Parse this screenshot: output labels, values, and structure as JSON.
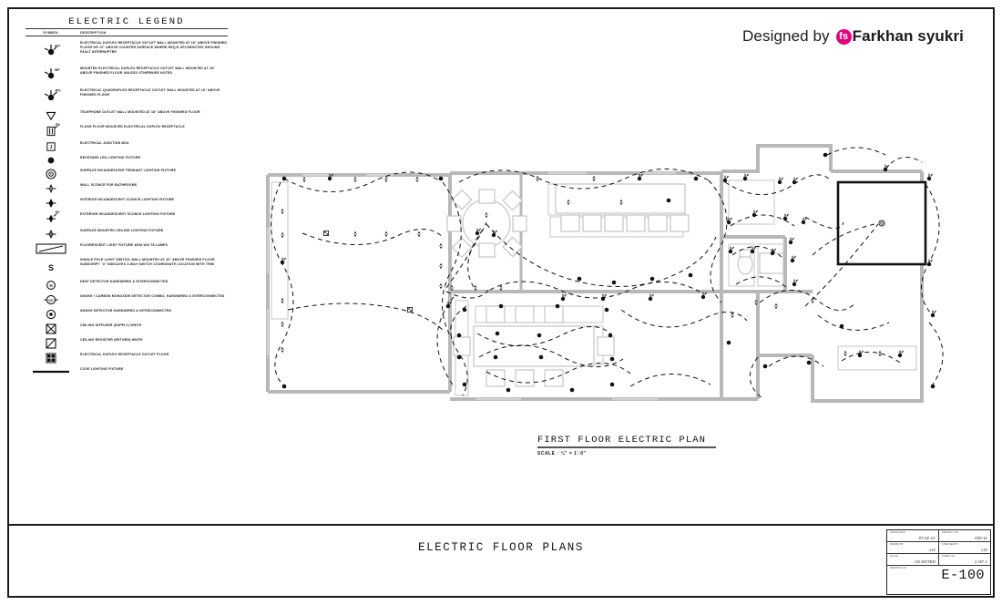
{
  "sheet": {
    "bottom_title": "ELECTRIC FLOOR PLANS",
    "sheet_number": "E-100"
  },
  "credit": {
    "prefix": "Designed by",
    "logo_text": "fs",
    "logo_color": "#E5007E",
    "name": "Farkhan syukri"
  },
  "legend": {
    "title": "ELECTRIC  LEGEND",
    "col_symbol": "SYMBOL",
    "col_description": "DESCRIPTION",
    "items": [
      {
        "symbol": "duplex-receptacle-gfi",
        "description": "ELECTRICAL DUPLEX RECEPTACLE OUTLET WALL MOUNTED AT 18\" ABOVE FINISHED FLOOR OR 12\" ABOVE COUNTER SURFACE WHERE REQ'D GFI-DENOTES GROUND FAULT INTERRUPTER"
      },
      {
        "symbol": "duplex-receptacle-wp",
        "description": "MOUNTED ELECTRICAL DUPLEX RECEPTACLE OUTLET WALL MOUNTED AT 18\" ABOVE FINISHED FLOOR UNLESS OTHERWISE NOTED"
      },
      {
        "symbol": "quadruplex-receptacle",
        "description": "ELECTRICAL QUADRUPLEX RECEPTACLE OUTLET WALL MOUNTED AT 18\" ABOVE FINISHED FLOOR"
      },
      {
        "symbol": "telephone-outlet",
        "description": "TELEPHONE OUTLET WALL MOUNTED AT 18\" ABOVE FINISHED FLOOR"
      },
      {
        "symbol": "floor-mounted-duplex",
        "description": "FLUSH FLOOR MOUNTED ELECTRICAL DUPLEX RECEPTACLE"
      },
      {
        "symbol": "junction-box",
        "description": "ELECTRICAL JUNCTION BOX"
      },
      {
        "symbol": "recessed-led",
        "description": "RECESSED LED LIGHTING FIXTURE"
      },
      {
        "symbol": "pendant-light",
        "description": "SURFACE INCANDESCENT PENDANT LIGHTING FIXTURE"
      },
      {
        "symbol": "wall-sconce-bath",
        "description": "WALL SCONCE FOR BATHROOMS"
      },
      {
        "symbol": "interior-sconce",
        "description": "INTERIOR INCANDESCENT SCONCE LIGHTING FIXTURE"
      },
      {
        "symbol": "exterior-sconce",
        "description": "EXTERIOR INCANDESCENT SCONCE LIGHTING FIXTURE"
      },
      {
        "symbol": "surface-ceiling-light",
        "description": "SURFACE MOUNTED CEILING LIGHTING FIXTURE"
      },
      {
        "symbol": "fluorescent-fixture",
        "description": "FLUORESCENT LIGHT FIXTURE 48X8 W/2 T8 LAMPS"
      },
      {
        "symbol": "single-pole-switch",
        "description": "SINGLE POLE LIGHT SWITCH, WALL MOUNTED AT 42\" ABOVE FINISHED FLOOR SUBSCRIPT \"3\" INDICATES 3-WAY SWITCH COORDINATE LOCATION WITH TRIM"
      },
      {
        "symbol": "heat-detector",
        "description": "HEAT DETECTOR HARDWIRED & INTERCONNECTED"
      },
      {
        "symbol": "smoke-carbon-monoxide-detector",
        "description": "SMOKE / CARBON MONOXIDE DETECTOR COMBO, HARDWIRED & INTERCONNECTED"
      },
      {
        "symbol": "smoke-detector",
        "description": "SMOKE DETECTOR HARDWIRED & INTERCONNECTED"
      },
      {
        "symbol": "ceiling-diffuser-supply",
        "description": "CEILING DIFFUSER (SUPPLY) WHITE"
      },
      {
        "symbol": "ceiling-register-return",
        "description": "CEILING REGISTER (RETURN) WHITE"
      },
      {
        "symbol": "floor-duplex-receptacle",
        "description": "ELECTRICAL DUPLEX RECEPTACLE OUTLET FLOOR"
      },
      {
        "symbol": "cove-lighting",
        "description": "COVE LIGHTING FIXTURE"
      }
    ]
  },
  "plan": {
    "title": "FIRST FLOOR ELECTRIC PLAN",
    "scale": "SCALE : ¼\" = 1'-0\""
  },
  "titleblock": {
    "issue_date_label": "ISSUE DATE",
    "issue_date_value": "07-02-21",
    "project_no_label": "PROJECT NO",
    "project_no_value": "#20-11",
    "drawn_by_label": "DRAWN BY",
    "drawn_by_value": "LIZ",
    "checked_by_label": "CHECKED BY",
    "checked_by_value": "LIZ",
    "scale_label": "SCALE",
    "scale_value": "AS NOTED",
    "sheet_no_label": "SHEET NO",
    "sheet_no_value": "1 OF 1",
    "drawing_no_label": "DRAWING NO"
  }
}
